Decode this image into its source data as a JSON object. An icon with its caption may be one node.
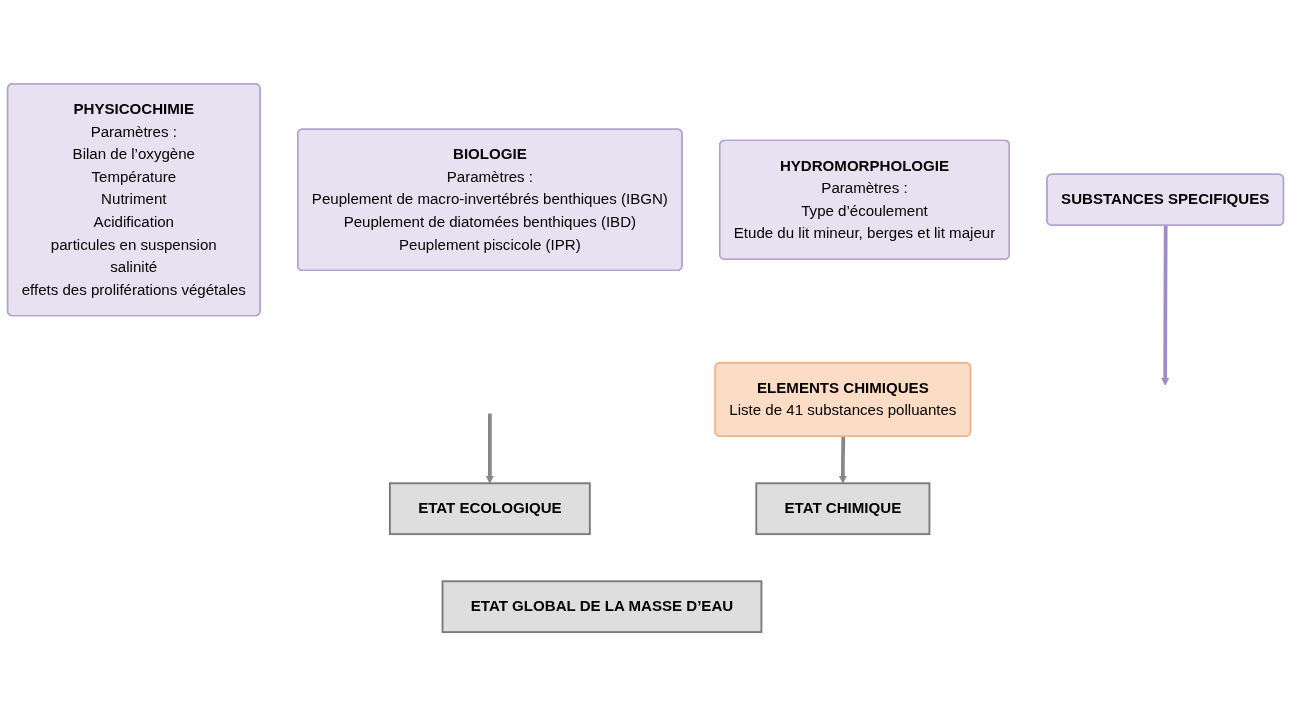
{
  "diagram": {
    "nodes": [
      {
        "text": [
          "PHYSICOCHIMIE",
          "Paramètres :",
          "Bilan de l’oxygène",
          "Température",
          "Nutriment",
          "Acidification",
          "particules en suspension",
          "salinité",
          "effets des proliférations végétales"
        ]
      },
      {
        "text": [
          "BIOLOGIE",
          "Paramètres :",
          "Peuplement de macro-invertébrés benthiques (IBGN)",
          "Peuplement de diatomées benthiques (IBD)",
          "Peuplement piscicole (IPR)"
        ]
      },
      {
        "text": [
          "HYDROMORPHOLOGIE",
          "Paramètres :",
          "Type d’écoulement",
          "Etude du lit mineur, berges et lit majeur"
        ]
      },
      {
        "text": [
          "ELEMENTS CHIMIQUES",
          "Liste de 41 substances polluantes"
        ]
      },
      {
        "text": [
          "SUBSTANCES SPECIFIQUES"
        ]
      },
      {
        "text": [
          "ETAT ECOLOGIQUE"
        ]
      },
      {
        "text": [
          "ETAT CHIMIQUE"
        ]
      },
      {
        "text": [
          "ETAT GLOBAL DE LA MASSE D’EAU"
        ]
      }
    ],
    "edges": [
      {
        "from": null,
        "to": 5,
        "arrow": "to"
      },
      {
        "from": 4,
        "to": null,
        "arrow": "to",
        "color": "#a08cc8"
      },
      {
        "from": 3,
        "to": 6,
        "arrow": "to"
      }
    ]
  }
}
